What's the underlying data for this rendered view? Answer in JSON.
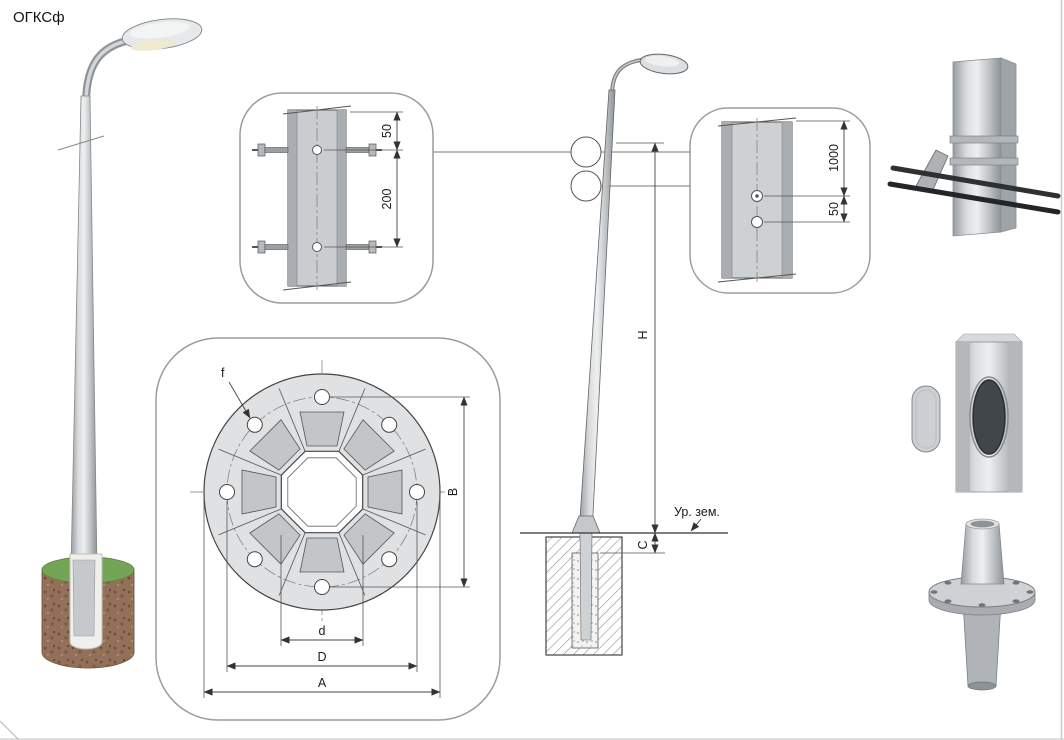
{
  "title": "ОГКСф",
  "callout_top_detail": {
    "dim_offset": "50",
    "dim_spacing": "200"
  },
  "callout_mount_detail": {
    "dim_height": "1000",
    "dim_offset": "50"
  },
  "elevation": {
    "dim_pole_height": "H",
    "dim_embed": "C",
    "ground_level_label": "Ур. зем."
  },
  "flange_detail": {
    "dim_hole": "f",
    "dim_bolt_span": "B",
    "dim_inner": "d",
    "dim_bolt_circle": "D",
    "dim_outer": "A"
  }
}
